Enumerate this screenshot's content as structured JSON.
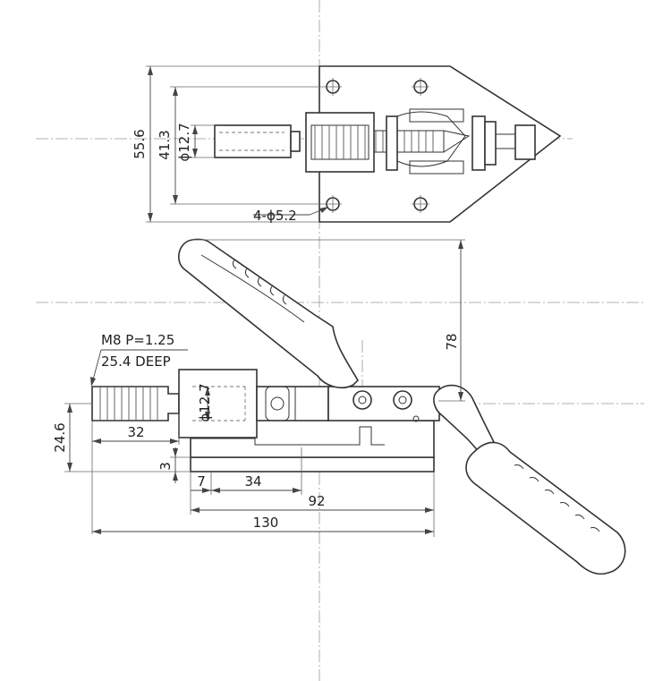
{
  "top_view": {
    "dim_overall_height": "55.6",
    "dim_hole_spacing": "41.3",
    "dim_plunger_dia": "ϕ12.7",
    "dim_holes": "4-ϕ5.2"
  },
  "side_view": {
    "dim_lever_height": "78",
    "thread_note_line1": "M8 P=1.25",
    "thread_note_line2": "25.4 DEEP",
    "dim_plunger_dia": "ϕ12.7",
    "dim_height": "24.6",
    "dim_plunger_length": "32",
    "dim_base_thickness": "3",
    "dim_offset": "7",
    "dim_slot": "34",
    "dim_base_length": "92",
    "dim_total_length": "130"
  }
}
